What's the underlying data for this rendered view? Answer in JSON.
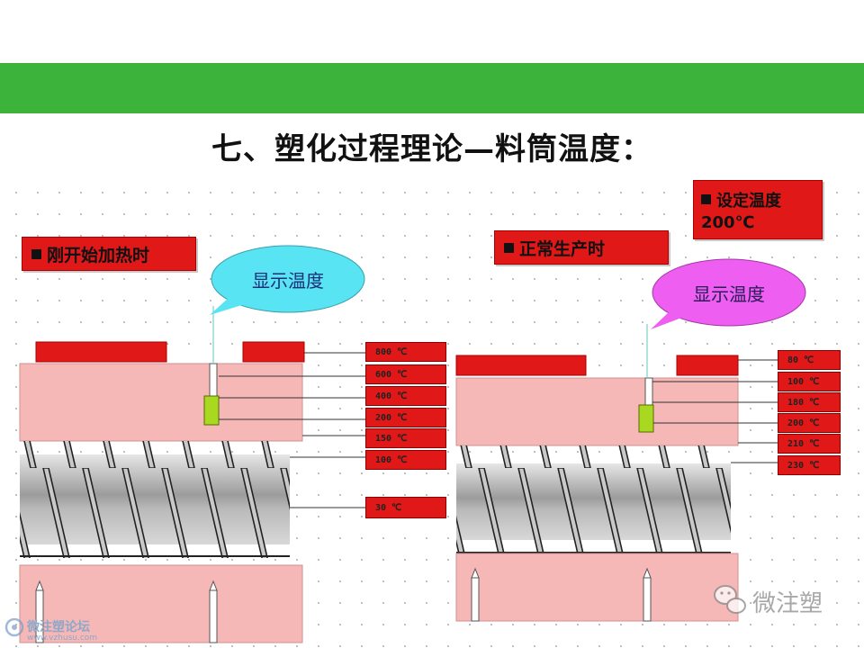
{
  "title": "七、塑化过程理论—料筒温度：",
  "left_panel": {
    "label": "刚开始加热时",
    "bubble": "显示温度",
    "temps": [
      "800 ℃",
      "600 ℃",
      "400 ℃",
      "200 ℃",
      "150 ℃",
      "100 ℃",
      "30 ℃"
    ]
  },
  "right_panel": {
    "label": "正常生产时",
    "setpoint_label": "设定温度",
    "setpoint_value": "200℃",
    "bubble": "显示温度",
    "temps": [
      "80 ℃",
      "100 ℃",
      "180 ℃",
      "200 ℃",
      "210 ℃",
      "230 ℃"
    ]
  },
  "watermarks": {
    "left_brand": "微注塑论坛",
    "left_url": "www.vzhusu.com",
    "right_brand": "微注塑"
  },
  "colors": {
    "band": "#3cb43c",
    "label_red": "#e01818",
    "barrel_pink": "#f6b7b7",
    "sensor_green": "#a8d820",
    "bubble_left": "#58e4f2",
    "bubble_right": "#ee5ef0"
  }
}
